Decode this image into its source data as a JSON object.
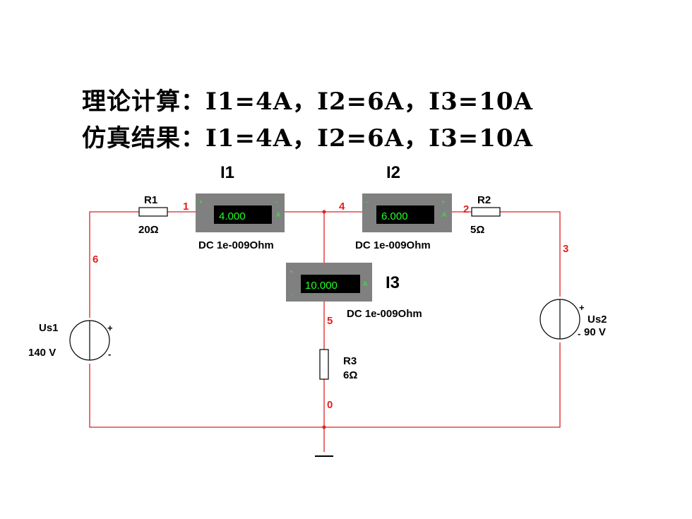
{
  "headline": {
    "theory": "理论计算：I1=4A，I2=6A，I3=10A",
    "simulation": "仿真结果：I1=4A，I2=6A，I3=10A"
  },
  "ammeters": [
    {
      "title": "I1",
      "reading": "4.000",
      "mode": "DC  1e-009Ohm"
    },
    {
      "title": "I2",
      "reading": "6.000",
      "mode": "DC  1e-009Ohm"
    },
    {
      "title": "I3",
      "reading": "10.000",
      "mode": "DC  1e-009Ohm"
    }
  ],
  "resistors": [
    {
      "name": "R1",
      "value": "20Ω"
    },
    {
      "name": "R2",
      "value": "5Ω"
    },
    {
      "name": "R3",
      "value": "6Ω"
    }
  ],
  "sources": [
    {
      "name": "Us1",
      "value": "140 V"
    },
    {
      "name": "Us2",
      "value": "90 V"
    }
  ],
  "nodes": [
    "1",
    "2",
    "3",
    "4",
    "5",
    "6",
    "0"
  ],
  "pins": {
    "plus": "+",
    "minus": "-",
    "amp": "A"
  },
  "colors": {
    "wire": "#e02020",
    "meter": "#808080",
    "display": "#22ff22"
  }
}
